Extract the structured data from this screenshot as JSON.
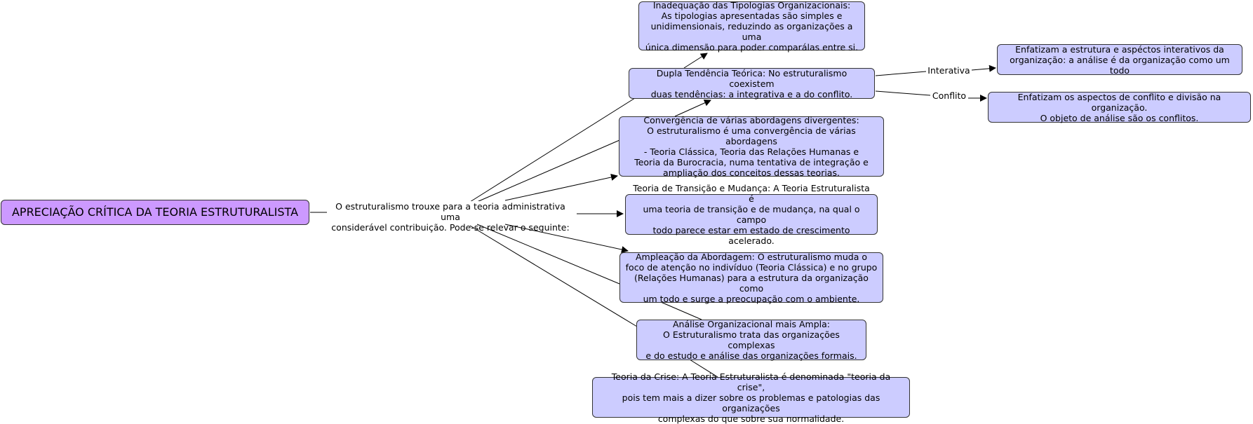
{
  "root": {
    "text": "APRECIAÇÃO CRÍTICA DA TEORIA ESTRUTURALISTA"
  },
  "linking_phrase": {
    "text": "O estruturalismo trouxe para a teoria administrativa uma\nconsiderável contribuição. Pode-se relevar o seguinte:"
  },
  "nodes": {
    "inadequacao": "Inadequação das Tipologias Organizacionais:\nAs tipologias apresentadas são simples e\nunidimensionais, reduzindo as organizações a uma\núnica dimensão para poder comparálas entre si.",
    "dupla": "Dupla Tendência Teórica: No estruturalismo coexistem\nduas tendências: a integrativa e a do conflito.",
    "interativa": "Enfatizam a estrutura e aspéctos interativos da\norganização: a análise é da organização como um todo",
    "conflito": "Enfatizam os aspectos de conflito e divisão na organização.\nO objeto de análise  são os conflitos.",
    "convergencia": "Convergência de várias abordagens divergentes:\nO estruturalismo é uma convergência de várias abordagens\n- Teoria Clássica, Teoria das Relações Humanas e\nTeoria da Burocracia, numa tentativa de integração e\nampliação dos conceitos dessas teorias.",
    "transicao": "Teoria de Transição e Mudança: A Teoria Estruturalista é\numa teoria de transição e de mudança, na qual o campo\ntodo parece estar em estado de crescimento acelerado.",
    "ampleacao": "Ampleação da Abordagem: O estruturalismo muda o\nfoco de atenção no indivíduo (Teoria Clássica) e no grupo\n(Relações Humanas) para a estrutura da organização como\num todo e surge a preocupação com o ambiente.",
    "analise": "Análise Organizacional mais Ampla:\nO Estruturalismo trata das organizações complexas\ne do estudo e análise das organizações formais.",
    "crise": "Teoria da Crise: A Teoria Estruturalista é denominada \"teoria da crise\",\npois tem mais a dizer sobre os problemas e patologias das organizações\ncomplexas do que sobre sua normalidade."
  },
  "edge_labels": {
    "interativa": "Interativa",
    "conflito": "Conflito"
  },
  "colors": {
    "root_fill": "#cc99ff",
    "node_fill": "#ccccff",
    "stroke": "#000000"
  }
}
